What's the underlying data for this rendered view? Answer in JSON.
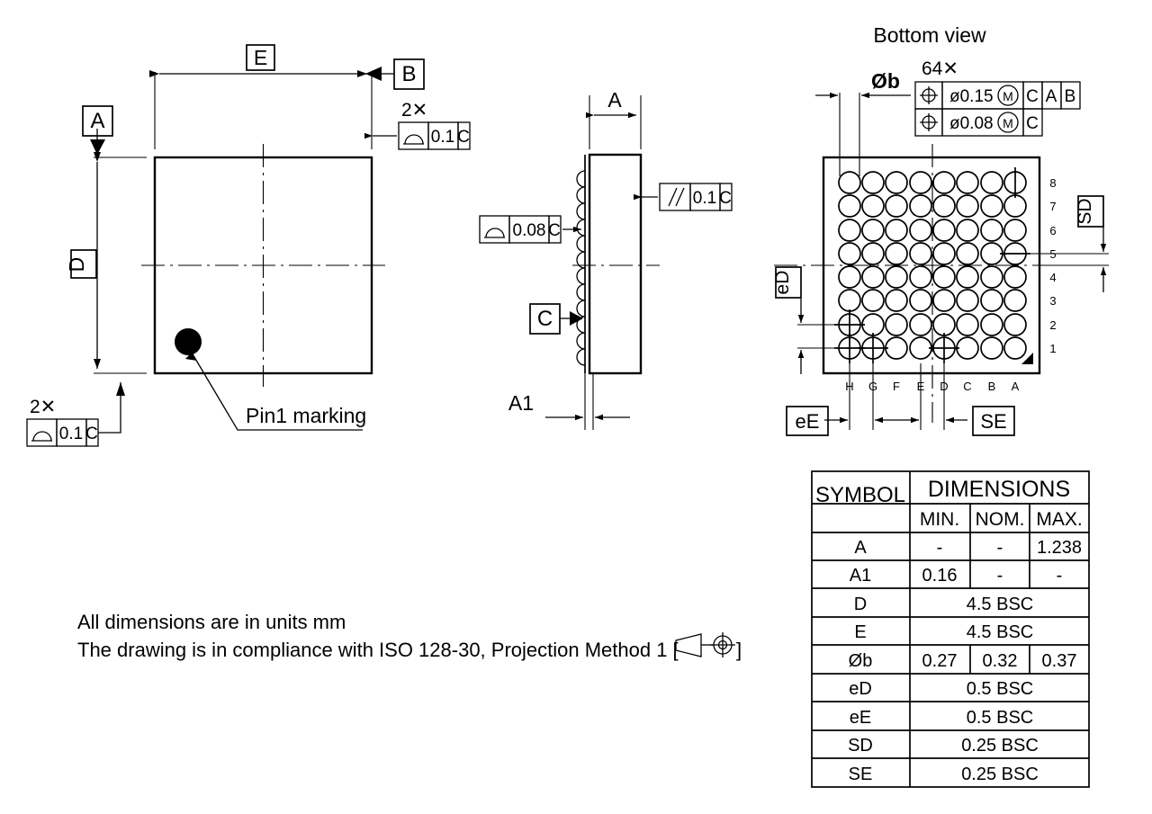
{
  "drawing": {
    "title_bottom_view": "Bottom view",
    "pin1_label": "Pin1 marking",
    "notes": [
      "All dimensions are in units mm",
      "The drawing is in compliance with ISO 128-30, Projection Method 1 ["
    ],
    "note2_tail": "]",
    "datums": {
      "a": "A",
      "b": "B",
      "c": "C"
    },
    "top_view": {
      "dim_e": "E",
      "dim_d": "D",
      "profile_top": {
        "count": "2✕",
        "tol": "0.1",
        "datum": "C"
      },
      "profile_bottom": {
        "count": "2✕",
        "tol": "0.1",
        "datum": "C"
      }
    },
    "side_view": {
      "dim_a": "A",
      "dim_a1": "A1",
      "parallelism": {
        "tol": "0.1",
        "datum": "C"
      },
      "profile": {
        "tol": "0.08",
        "datum": "C"
      }
    },
    "bottom_view": {
      "ball_count": "64✕",
      "diameter_label": "Øb",
      "fcf_row1": {
        "tol": "ø0.15",
        "modifier": "M",
        "datums": [
          "C",
          "A",
          "B"
        ]
      },
      "fcf_row2": {
        "tol": "ø0.08",
        "modifier": "M",
        "datums": [
          "C"
        ]
      },
      "row_labels": [
        "8",
        "7",
        "6",
        "5",
        "4",
        "3",
        "2",
        "1"
      ],
      "col_labels": [
        "H",
        "G",
        "F",
        "E",
        "D",
        "C",
        "B",
        "A"
      ],
      "pitch_vertical": "eD",
      "pitch_horizontal": "eE",
      "offset_vertical": "SD",
      "offset_horizontal": "SE"
    }
  },
  "chart_data": {
    "type": "table",
    "title": "DIMENSIONS",
    "columns": [
      "SYMBOL",
      "MIN.",
      "NOM.",
      "MAX."
    ],
    "header_group": "DIMENSIONS",
    "rows": [
      {
        "symbol": "A",
        "min": "-",
        "nom": "-",
        "max": "1.238",
        "span": false
      },
      {
        "symbol": "A1",
        "min": "0.16",
        "nom": "-",
        "max": "-",
        "span": false
      },
      {
        "symbol": "D",
        "value": "4.5 BSC",
        "span": true
      },
      {
        "symbol": "E",
        "value": "4.5 BSC",
        "span": true
      },
      {
        "symbol": "Øb",
        "min": "0.27",
        "nom": "0.32",
        "max": "0.37",
        "span": false
      },
      {
        "symbol": "eD",
        "value": "0.5 BSC",
        "span": true
      },
      {
        "symbol": "eE",
        "value": "0.5 BSC",
        "span": true
      },
      {
        "symbol": "SD",
        "value": "0.25 BSC",
        "span": true
      },
      {
        "symbol": "SE",
        "value": "0.25 BSC",
        "span": true
      }
    ]
  }
}
